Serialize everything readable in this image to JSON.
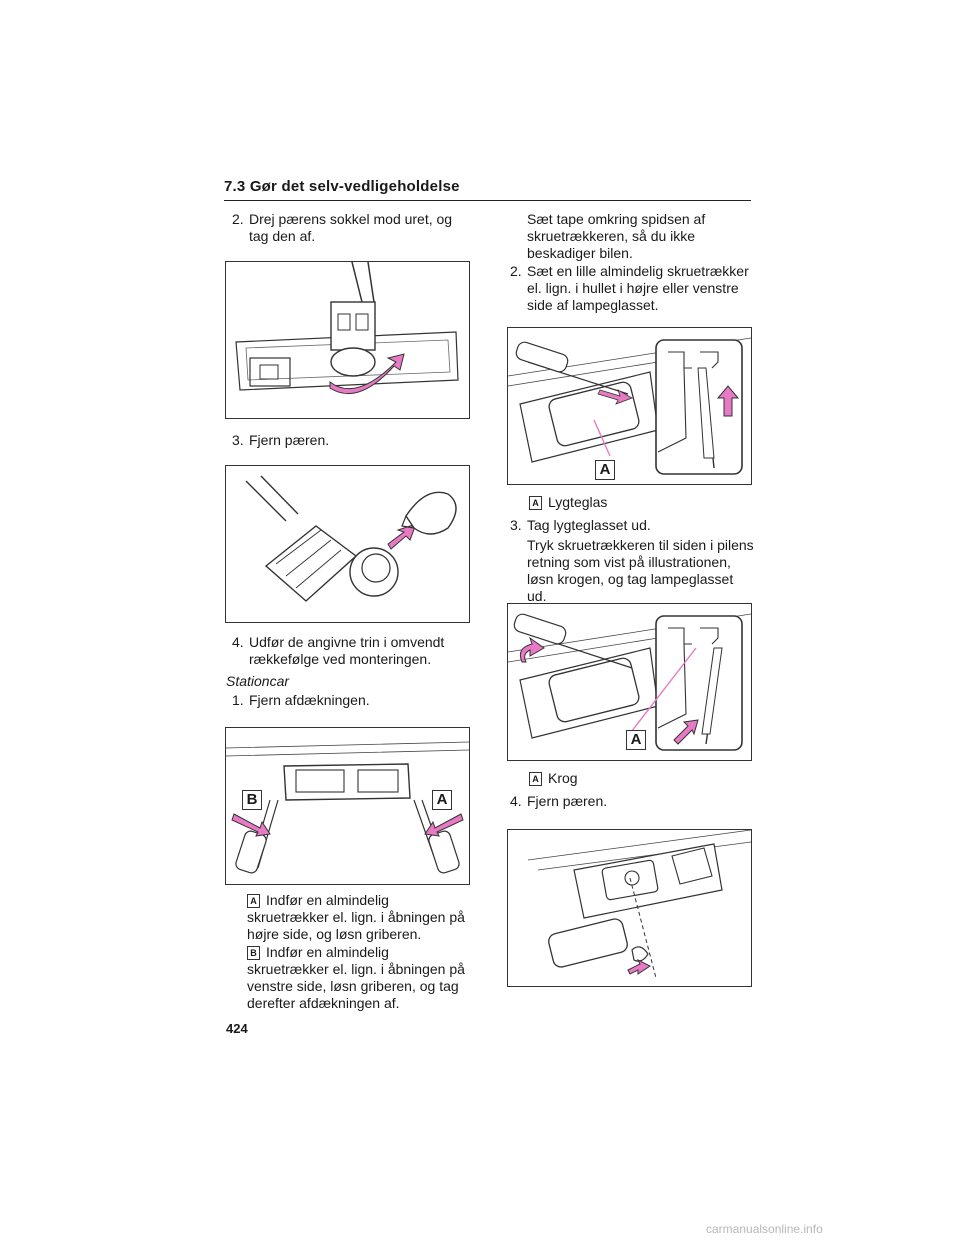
{
  "header": {
    "section": "7.3  Gør det selv-vedligeholdelse"
  },
  "left": {
    "step2": {
      "num": "2.",
      "text": "Drej pærens sokkel mod uret, og tag den af."
    },
    "step3": {
      "num": "3.",
      "text": "Fjern pæren."
    },
    "step4": {
      "num": "4.",
      "text": "Udfør de angivne trin i omvendt rækkefølge ved monteringen."
    },
    "variant": "Stationcar",
    "step1": {
      "num": "1.",
      "text": "Fjern afdækningen."
    },
    "figure3_labels": {
      "b": "B",
      "a": "A"
    },
    "noteA": {
      "tag": "A",
      "text": "Indfør en almindelig skruetrækker el. lign. i åbningen på højre side, og løsn griberen."
    },
    "noteB": {
      "tag": "B",
      "text": "Indfør en almindelig skruetrækker el. lign. i åbningen på venstre side, løsn griberen, og tag derefter afdækningen af."
    }
  },
  "right": {
    "intro": "Sæt tape omkring spidsen af skruetrækkeren, så du ikke beskadiger bilen.",
    "step2": {
      "num": "2.",
      "text": "Sæt en lille almindelig skruetrækker el. lign. i hullet i højre eller venstre side af lampeglasset."
    },
    "figure1_label": "A",
    "caption1": {
      "tag": "A",
      "text": "Lygteglas"
    },
    "step3": {
      "num": "3.",
      "text": "Tag lygteglasset ud."
    },
    "step3_detail": "Tryk skruetrækkeren til siden i pilens retning som vist på illustrationen, løsn krogen, og tag lampeglasset ud.",
    "figure2_label": "A",
    "caption2": {
      "tag": "A",
      "text": "Krog"
    },
    "step4": {
      "num": "4.",
      "text": "Fjern pæren."
    }
  },
  "page_number": "424",
  "watermark": "carmanualsonline.info",
  "colors": {
    "accent_pink": "#e879c4",
    "line": "#333333"
  }
}
